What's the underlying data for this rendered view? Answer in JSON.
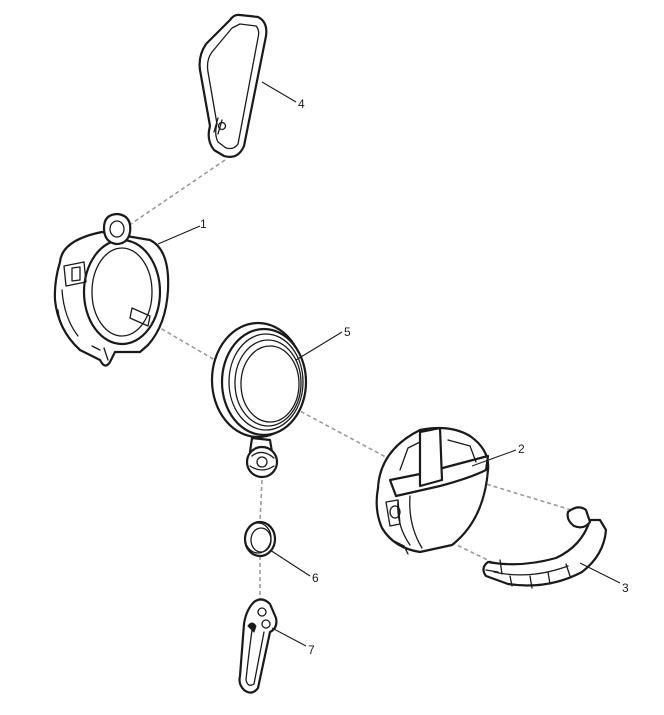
{
  "callouts": [
    {
      "id": "1",
      "label": "1"
    },
    {
      "id": "2",
      "label": "2"
    },
    {
      "id": "3",
      "label": "3"
    },
    {
      "id": "4",
      "label": "4"
    },
    {
      "id": "5",
      "label": "5"
    },
    {
      "id": "6",
      "label": "6"
    },
    {
      "id": "7",
      "label": "7"
    }
  ],
  "colors": {
    "line": "#1a1a1a",
    "guide": "#9a9a9a",
    "background": "#ffffff"
  }
}
